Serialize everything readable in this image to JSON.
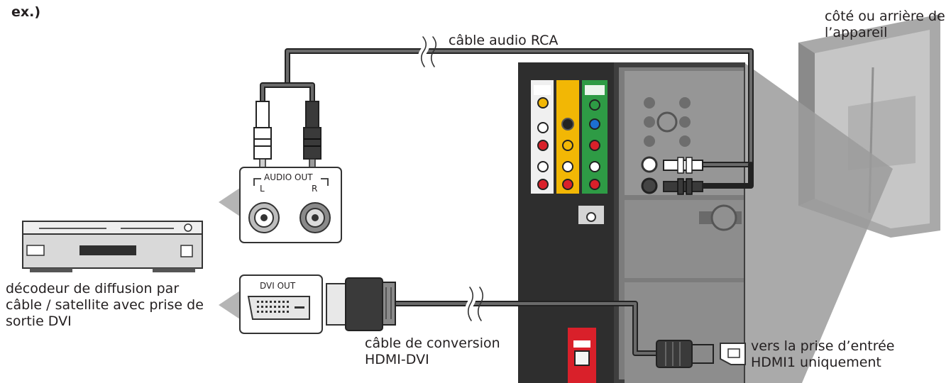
{
  "labels": {
    "example": "ex.)",
    "device_side": [
      "côté ou arrière de",
      "l’appareil"
    ],
    "rca_cable": "câble audio RCA",
    "audio_out": "AUDIO OUT",
    "left_channel": "L",
    "right_channel": "R",
    "dvi_out": "DVI OUT",
    "decoder": [
      "décodeur de diffusion par",
      "câble / satellite avec prise de",
      "sortie DVI"
    ],
    "conversion_cable": [
      "câble de conversion",
      "HDMI-DVI"
    ],
    "hdmi_input": [
      "vers la prise d’entrée",
      "HDMI1 uniquement"
    ]
  },
  "colors": {
    "ink": "#231f20",
    "panel_dark": "#3a3a3a",
    "panel_grey": "#8e8e8e",
    "panel_light": "#d9d9d9",
    "jack_yellow": "#f2b705",
    "jack_green": "#2e9b45",
    "jack_red": "#d9202a",
    "wedge_grey": "#b5b5b5"
  }
}
